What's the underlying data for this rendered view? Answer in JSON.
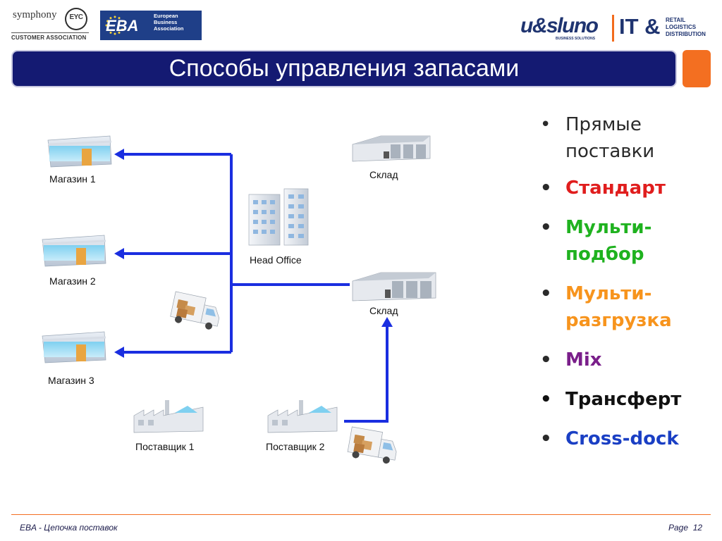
{
  "header": {
    "symphony_word": "symphony",
    "eyc_badge": "EYC",
    "symphony_caption": "CUSTOMER ASSOCIATION",
    "eba_big": "EBA",
    "eba_lines": [
      "European",
      "Business",
      "Association"
    ],
    "usluno": "u&sluno",
    "usluno_sub": "BUSINESS SOLUTIONS",
    "it_text": "IT &",
    "it_right": [
      "RETAIL",
      "LOGISTICS",
      "DISTRIBUTION"
    ]
  },
  "title": "Способы управления запасами",
  "diagram": {
    "stores": [
      "Магазин 1",
      "Магазин 2",
      "Магазин 3"
    ],
    "warehouse_top": "Склад",
    "warehouse_mid": "Склад",
    "head_office": "Head Office",
    "suppliers": [
      "Поставщик 1",
      "Поставщик 2"
    ]
  },
  "bullets": [
    "Прямые поставки",
    "Стандарт",
    "Мульти-подбор",
    "Мульти-разгрузка",
    "Mix",
    "Трансферт",
    "Cross-dock"
  ],
  "colors": {
    "title_bg": "#141a72",
    "accent_orange": "#f36f21",
    "arrow_blue": "#1a2ee0",
    "standard_red": "#e01d1d",
    "multi_pick_green": "#1fb21f",
    "multi_unload_orange": "#f7941d",
    "mix_purple": "#7a1f8a",
    "crossdock_blue": "#1a3fc4"
  },
  "footer": {
    "left": "EBA - Цепочка поставок",
    "page_label": "Page",
    "page_number": "12"
  },
  "icons": [
    "store-icon",
    "warehouse-icon",
    "office-building-icon",
    "factory-icon",
    "delivery-truck-icon",
    "bullet-icon",
    "eu-stars-icon"
  ]
}
